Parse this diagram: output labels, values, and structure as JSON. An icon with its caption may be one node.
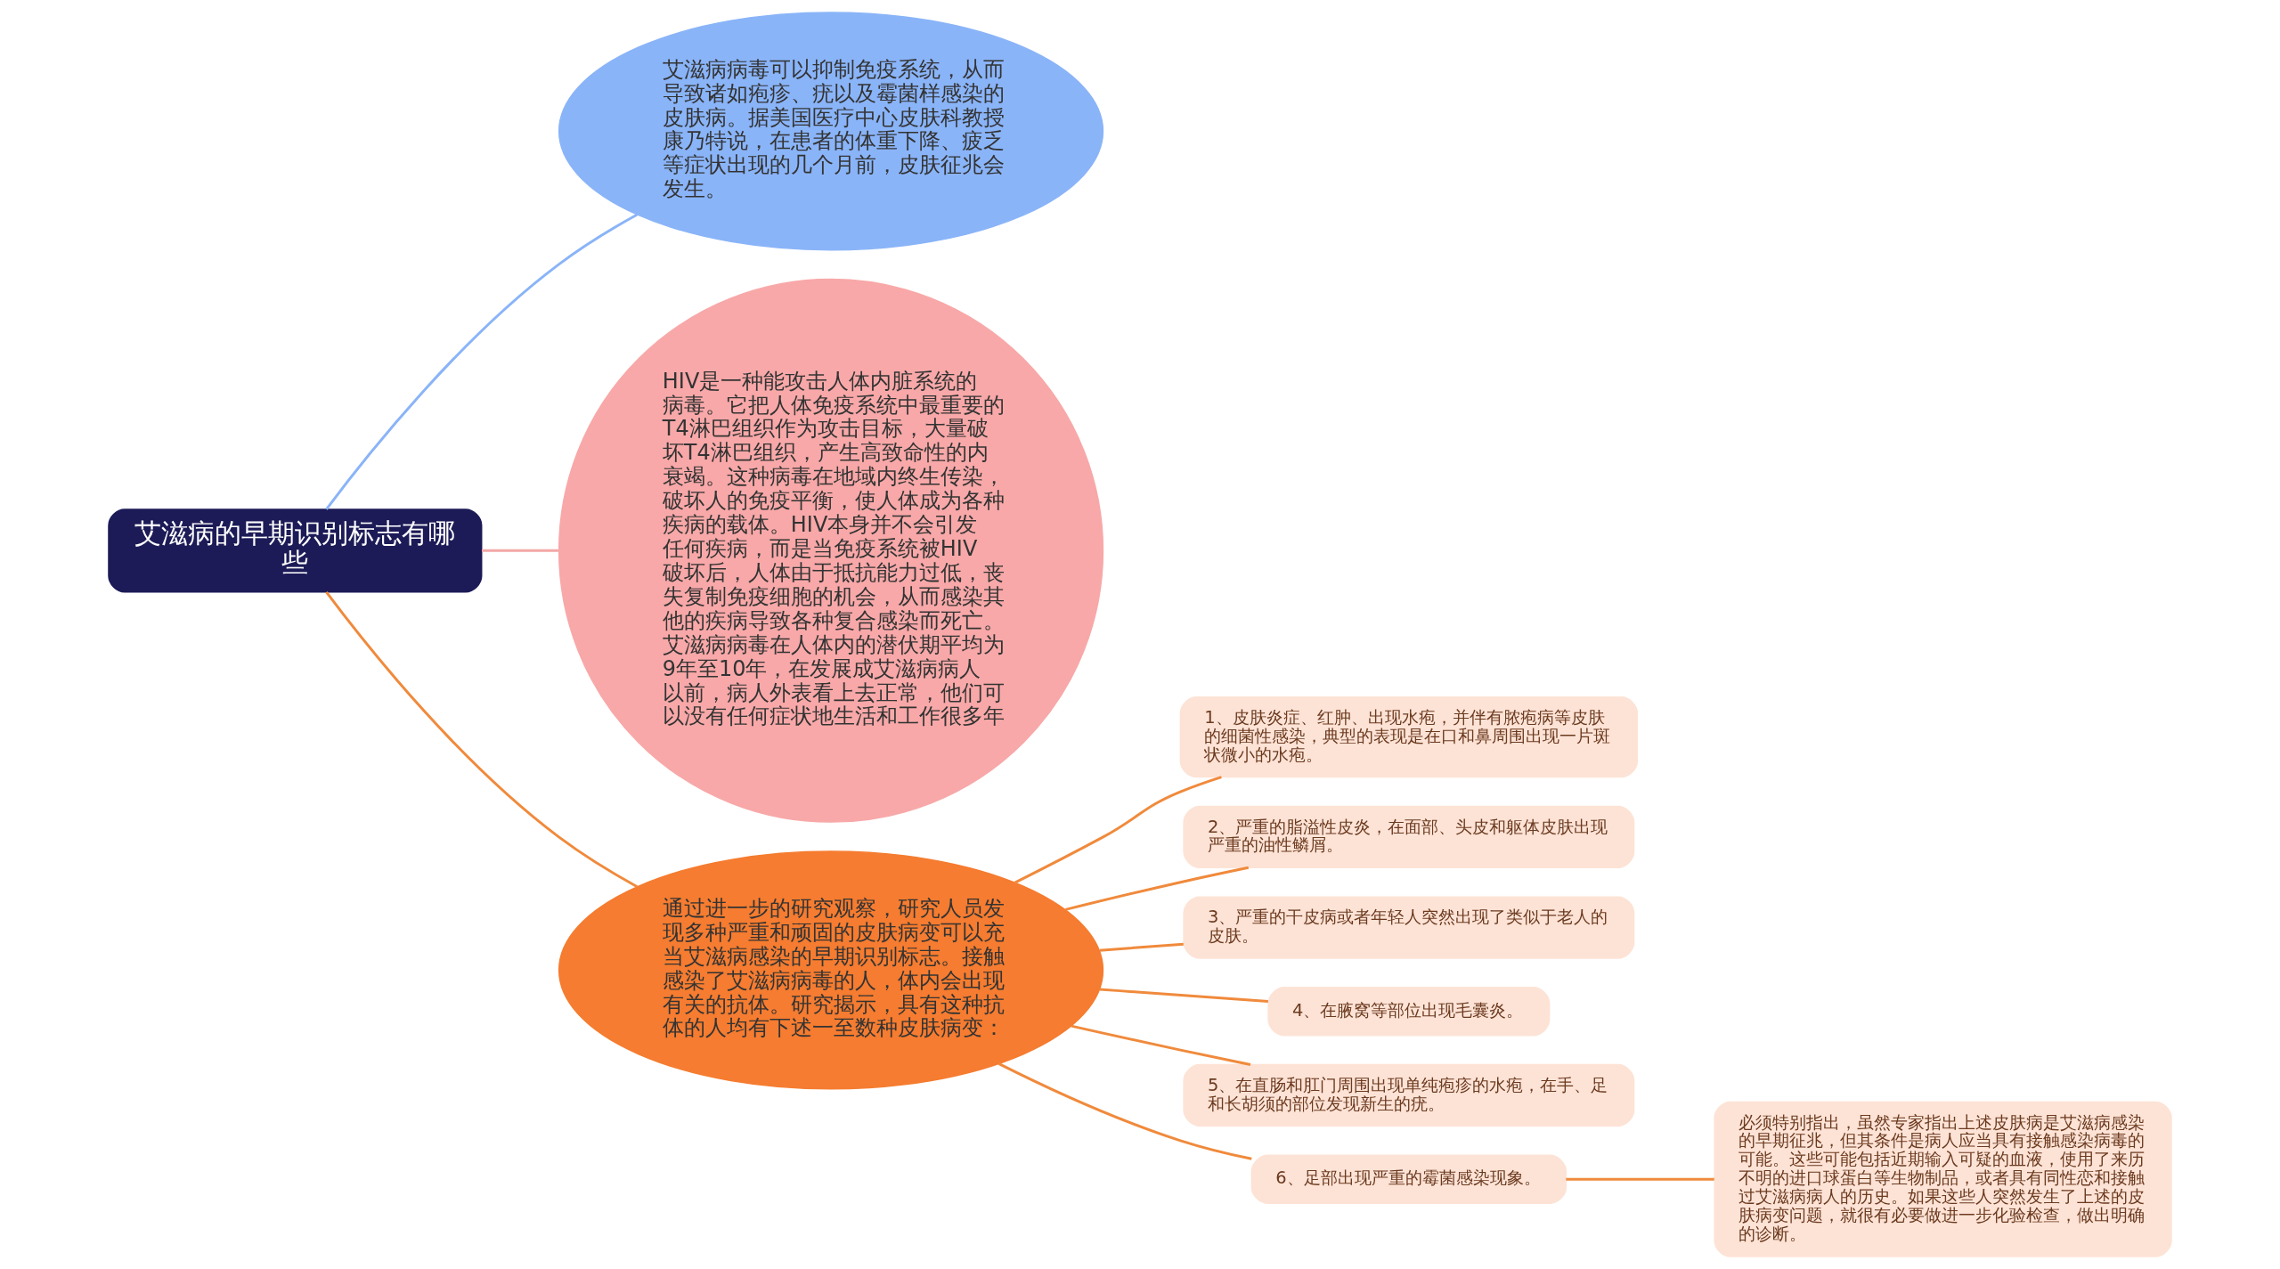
{
  "diagram": {
    "nodes": [
      {
        "text": [
          "艾滋病的早期识别标志有哪些"
        ]
      },
      {
        "text": [
          "艾滋病病毒可以抑制免疫系统，从而导致诸如疱疹、疣以及霉菌样感染的皮肤病。据美国医疗中心皮肤科教授康乃特说，在患者的体重下降、疲乏等症状出现的几个月前，皮肤征兆会发生。"
        ]
      },
      {
        "text": [
          "HIV是一种能攻击人体内脏系统的病毒。它把人体免疫系统中最重要的T4淋巴组织作为攻击目标，大量破坏T4淋巴组织，产生高致命性的内衰竭。这种病毒在地域内终生传染，破坏人的免疫平衡，使人体成为各种疾病的载体。HIV本身并不会引发任何疾病，而是当免疫系统被HIV破坏后，人体由于抵抗能力过低，丧失复制免疫细胞的机会，从而感染其他的疾病导致各种复合感染而死亡。艾滋病病毒在人体内的潜伏期平均为9年至10年，在发展成艾滋病病人以前，病人外表看上去正常，他们可以没有任何症状地生活和工作很多年"
        ]
      },
      {
        "text": [
          "通过进一步的研究观察，研究人员发现多种严重和顽固的皮肤病变可以充当艾滋病感染的早期识别标志。接触感染了艾滋病病毒的人，体内会出现有关的抗体。研究揭示，具有这种抗体的人均有下述一至数种皮肤病变："
        ]
      },
      {
        "text": [
          "1、皮肤炎症、红肿、出现水疱，并伴有脓疱病等皮肤的细菌性感染，典型的表现是在口和鼻周围出现一片斑状微小的水疱。"
        ]
      },
      {
        "text": [
          "2、严重的脂溢性皮炎，在面部、头皮和躯体皮肤出现严重的油性鳞屑。"
        ]
      },
      {
        "text": [
          "3、严重的干皮病或者年轻人突然出现了类似于老人的皮肤。"
        ]
      },
      {
        "text": [
          "4、在腋窝等部位出现毛囊炎。"
        ]
      },
      {
        "text": [
          "5、在直肠和肛门周围出现单纯疱疹的水疱，在手、足和长胡须的部位发现新生的疣。"
        ]
      },
      {
        "text": [
          "6、足部出现严重的霉菌感染现象。"
        ]
      },
      {
        "text": [
          "必须特别指出，虽然专家指出上述皮肤病是艾滋病感染的早期征兆，但其条件是病人应当具有接触感染病毒的可能。这些可能包括近期输入可疑的血液，使用了来历不明的进口球蛋白等生物制品，或者具有同性恋和接触过艾滋病病人的历史。如果这些人突然发生了上述的皮肤病变问题，就很有必要做进一步化验检查，做出明确的诊断。"
        ]
      }
    ],
    "edges": [
      {
        "from": 0,
        "to": 1,
        "arrow": "none",
        "color": "#8ab4f8"
      },
      {
        "from": 0,
        "to": 2,
        "arrow": "none",
        "color": "#f4a7a7"
      },
      {
        "from": 0,
        "to": 3,
        "arrow": "none"
      },
      {
        "from": 3,
        "to": 4,
        "arrow": "none"
      },
      {
        "from": 3,
        "to": 5,
        "arrow": "none"
      },
      {
        "from": 3,
        "to": 6,
        "arrow": "none"
      },
      {
        "from": 3,
        "to": 7,
        "arrow": "none"
      },
      {
        "from": 3,
        "to": 8,
        "arrow": "none"
      },
      {
        "from": 3,
        "to": 9,
        "arrow": "none"
      },
      {
        "from": 9,
        "to": 10,
        "arrow": "none"
      }
    ]
  }
}
